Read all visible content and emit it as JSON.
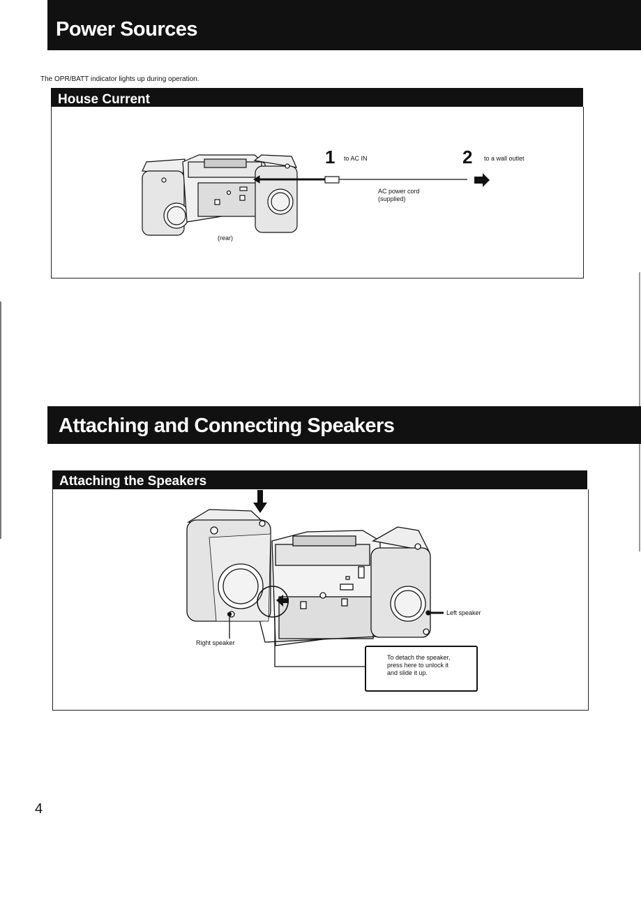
{
  "header": {
    "title": "Power Sources",
    "intro": "The OPR/BATT indicator lights up during operation."
  },
  "house_current": {
    "title": "House Current",
    "step1": {
      "number": "1",
      "label": "to AC IN"
    },
    "step2": {
      "number": "2",
      "label": "to a wall outlet"
    },
    "cord_label_1": "AC power cord",
    "cord_label_2": "(supplied)",
    "rear_label": "(rear)"
  },
  "speakers_section": {
    "title": "Attaching and Connecting Speakers",
    "subtitle": "Attaching the Speakers",
    "right_label": "Right speaker",
    "left_label": "Left speaker",
    "detach_line_1": "To detach the speaker,",
    "detach_line_2": "press here to unlock it",
    "detach_line_3": "and slide it up."
  },
  "footer": {
    "page_number": "4"
  }
}
